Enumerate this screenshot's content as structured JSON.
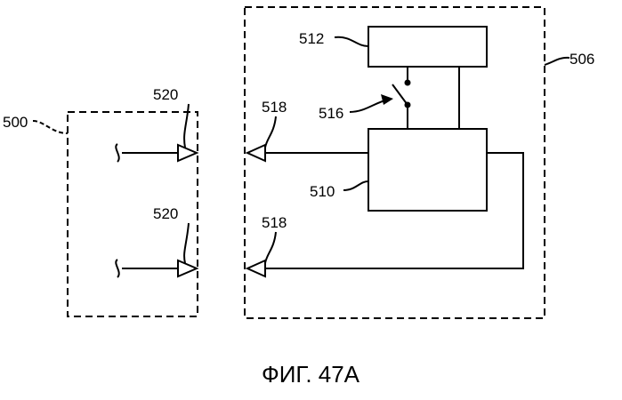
{
  "labels": {
    "l500": "500",
    "l506": "506",
    "l510": "510",
    "l512": "512",
    "l516": "516",
    "l518a": "518",
    "l518b": "518",
    "l520a": "520",
    "l520b": "520"
  },
  "caption": "ФИГ. 47A"
}
